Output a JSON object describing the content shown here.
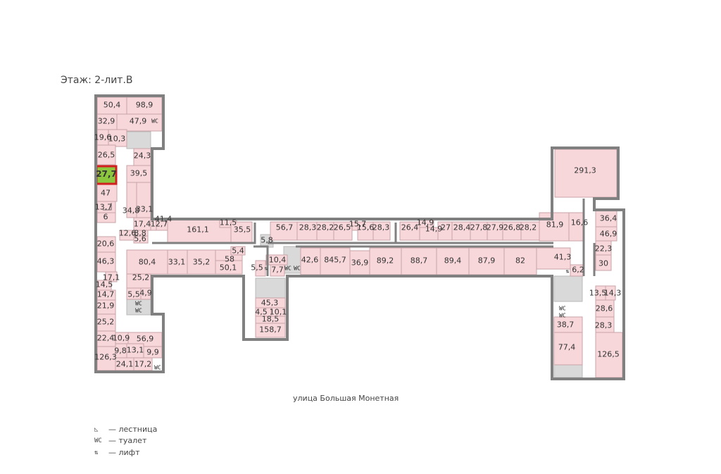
{
  "floor_label": "Этаж: 2-лит.В",
  "street_label": "улица Большая Монетная",
  "legend": [
    {
      "icon": "stair-icon",
      "glyph": "◺",
      "text": "— лестница"
    },
    {
      "icon": "toilet-icon",
      "glyph": "WC",
      "text": "— туалет"
    },
    {
      "icon": "elevator-icon",
      "glyph": "⇅",
      "text": "— лифт"
    }
  ],
  "selected_room": "27,7",
  "room_labels": {
    "r1": "50,4",
    "r2": "98,9",
    "r3": "32,9",
    "r4": "47,9",
    "r5": "19,6",
    "r6": "10,3",
    "r7": "26,5",
    "r8": "24,3",
    "r9": "27,7",
    "r10": "39,5",
    "r11": "47",
    "r12": "13,7",
    "r13": "6",
    "r14": "34,8",
    "r15": "33,1",
    "r16": "17,4",
    "r17": "12,7",
    "r18": "41,4",
    "r19": "12,6",
    "r20": "8,8",
    "r21": "5,6",
    "r22": "161,1",
    "r23": "11,5",
    "r24": "35,5",
    "r25": "20,6",
    "r26": "46,3",
    "r27": "80,4",
    "r28": "33,1",
    "r29": "35,2",
    "r30": "58",
    "r31": "50,1",
    "r32": "5,4",
    "r33": "17,1",
    "r34": "14,5",
    "r35": "25,2",
    "r36": "14,7",
    "r37": "5,5",
    "r38": "4,9",
    "r39": "21,9",
    "r40": "25,2",
    "r41": "22,4",
    "r42": "10,9",
    "r43": "56,9",
    "r44": "9,8",
    "r45": "13,1",
    "r46": "9,9",
    "r47": "126,3",
    "r48": "24,1",
    "r49": "17,2",
    "r50": "56,7",
    "r51": "28,3",
    "r52": "28,2",
    "r53": "26,5",
    "r54": "15,7",
    "r55": "15,6",
    "r56": "28,3",
    "r57": "5,8",
    "r58": "5,5",
    "r59": "10,4",
    "r60": "7,7",
    "r61": "42,6",
    "r62": "845,7",
    "r63": "36,9",
    "r64": "45,3",
    "r65": "4,5",
    "r66": "10,1",
    "r67": "18,5",
    "r68": "158,7",
    "r69": "26,4",
    "r70": "14,9",
    "r71": "14,9",
    "r72": "27",
    "r73": "28,4",
    "r74": "27,8",
    "r75": "27,9",
    "r76": "26,8",
    "r77": "28,2",
    "r78": "89,2",
    "r79": "88,7",
    "r80": "89,4",
    "r81": "87,9",
    "r82": "82",
    "r83": "291,3",
    "r84": "81,9",
    "r85": "16,6",
    "r86": "36,4",
    "r87": "46,9",
    "r88": "22,3",
    "r89": "30",
    "r90": "41,3",
    "r91": "6,2",
    "r92": "13,5",
    "r93": "14,3",
    "r94": "28,6",
    "r95": "28,3",
    "r96": "38,7",
    "r97": "77,4",
    "r98": "126,5"
  }
}
